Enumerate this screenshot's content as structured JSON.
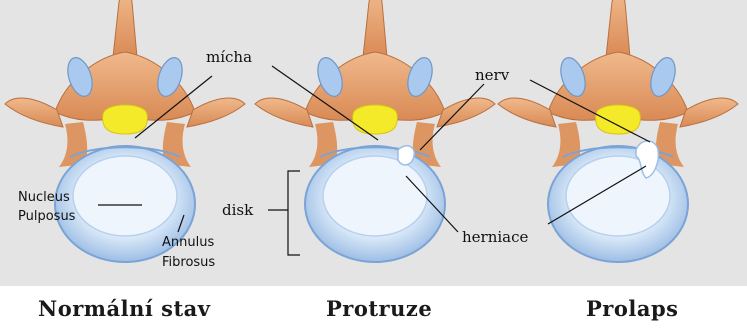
{
  "labels": {
    "spinal_cord": "mícha",
    "nerve": "nerv",
    "nucleus_line1": "Nucleus",
    "nucleus_line2": "Pulposus",
    "annulus_line1": "Annulus",
    "annulus_line2": "Fibrosus",
    "disc": "disk",
    "herniation": "herniace"
  },
  "captions": {
    "normal": "Normální stav",
    "protrusion": "Protruze",
    "prolapse": "Prolaps"
  },
  "colors": {
    "background": "#e4e4e4",
    "bone": "#e9a877",
    "bone_dark": "#c97c4c",
    "spinal_cord": "#f4ea2a",
    "disc_outer": "#9fc0e8",
    "disc_inner": "#e8f1fb",
    "facet": "#a9c9ee"
  }
}
